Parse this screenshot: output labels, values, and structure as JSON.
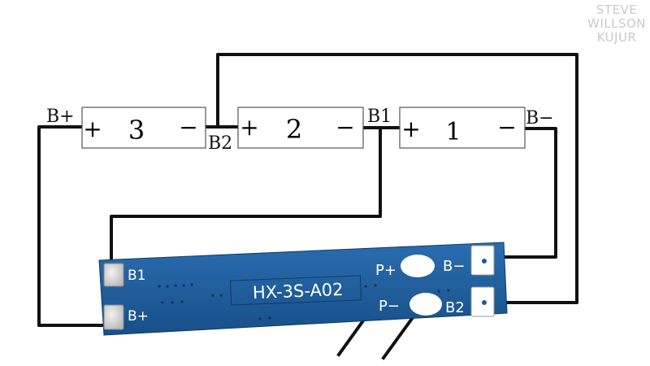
{
  "watermark": {
    "lines": [
      "STEVE",
      "WILLSON",
      "KUJUR"
    ]
  },
  "cells": [
    {
      "number": "3",
      "plus": "+",
      "minus": "−"
    },
    {
      "number": "2",
      "plus": "+",
      "minus": "−"
    },
    {
      "number": "1",
      "plus": "+",
      "minus": "−"
    }
  ],
  "node_labels": {
    "b_plus": "B+",
    "b2": "B2",
    "b1": "B1",
    "b_minus": "B−"
  },
  "board": {
    "model": "HX-3S-A02",
    "left_pads": {
      "b1": "B1",
      "b_plus": "B+"
    },
    "output_pads": {
      "p_plus": "P+",
      "p_minus": "P−"
    },
    "right_pads": {
      "b_minus": "B−",
      "b2": "B2"
    }
  },
  "colors": {
    "wire": "#111111",
    "board": "#1d5d9c",
    "board_text": "#ffffff",
    "pad": "#d9d9d9",
    "cell_border": "#555555"
  }
}
